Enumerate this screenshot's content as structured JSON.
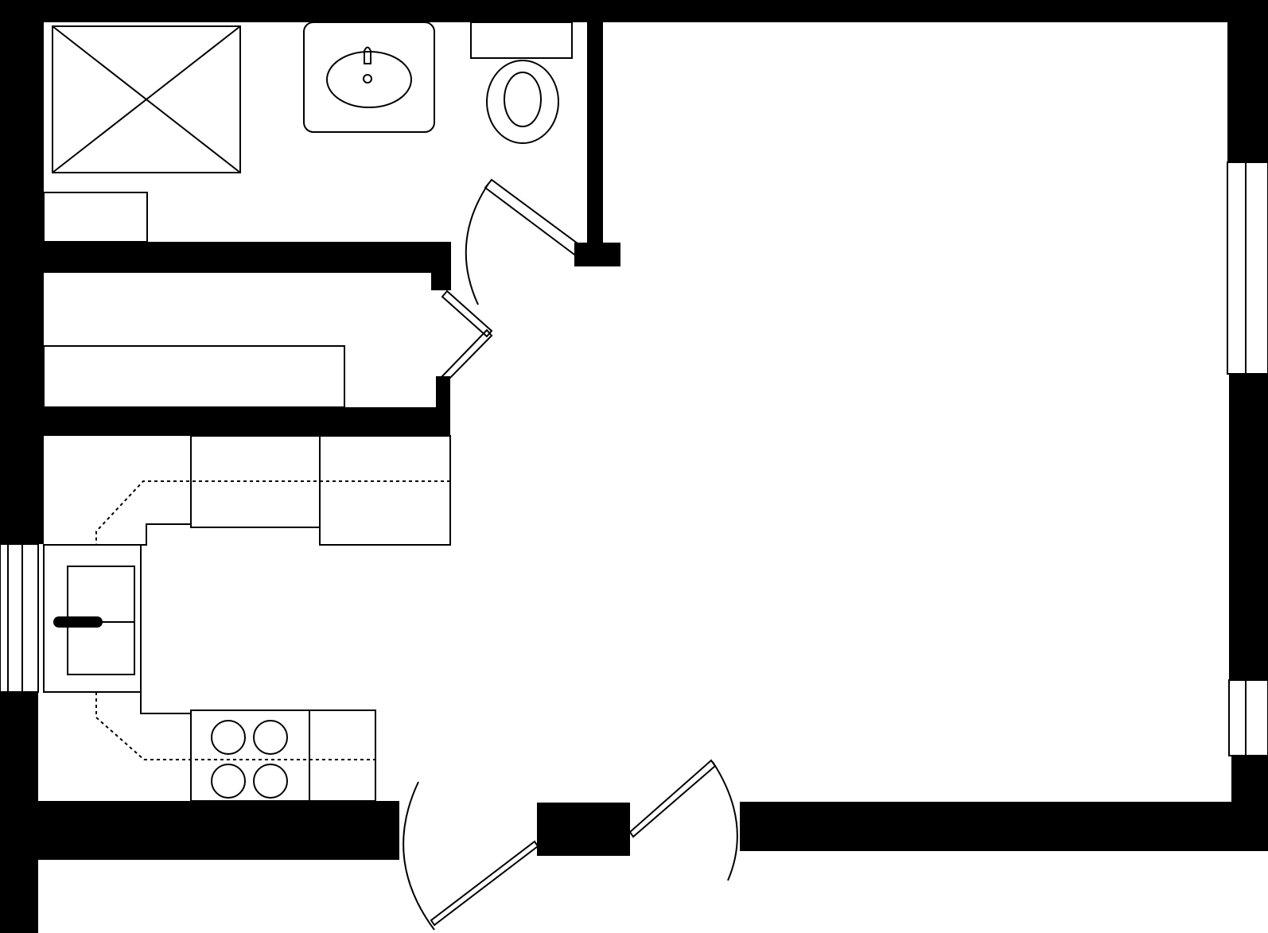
{
  "plan": {
    "colors": {
      "wall": "#000000",
      "line": "#000000",
      "background": "#ffffff"
    },
    "rooms": [
      "bathroom",
      "closet",
      "kitchen",
      "living-area"
    ],
    "fixtures": {
      "bathroom": [
        "shower-icon",
        "sink-icon",
        "toilet-icon",
        "bath-shelf"
      ],
      "closet": [
        "closet-shelf",
        "bifold-door"
      ],
      "kitchen": [
        "upper-cabinets",
        "kitchen-sink-icon",
        "stove-icon",
        "counter"
      ]
    },
    "doors": [
      "bathroom-door",
      "closet-bifold-door",
      "entry-door-left",
      "entry-door-right"
    ],
    "windows": [
      "window-left",
      "window-right-upper",
      "window-right-lower"
    ]
  }
}
